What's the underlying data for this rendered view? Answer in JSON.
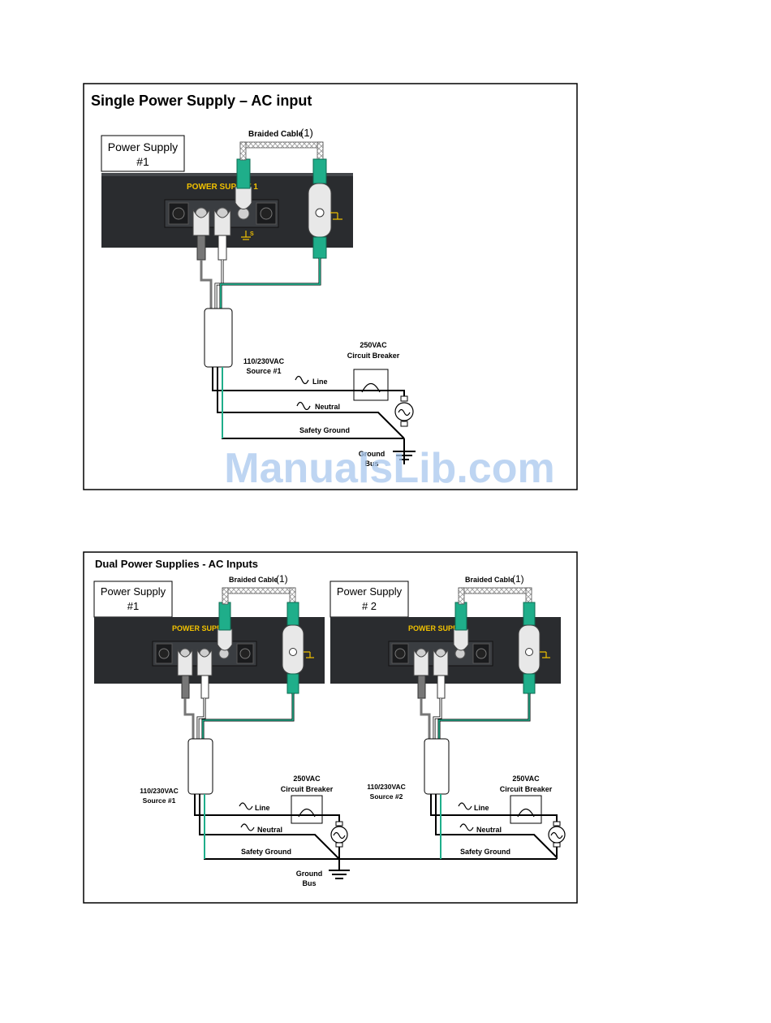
{
  "colors": {
    "panel": "#2a2c2f",
    "ground_wire": "#1fae8a",
    "line_wire": "#111111",
    "neutral_wire": "#ffffff",
    "label_yellow": "#f2c200",
    "watermark": "#a9c8ee"
  },
  "icons": [
    "ground-symbol-icon",
    "ac-source-icon",
    "sine-wave-icon",
    "circuit-breaker-icon",
    "chassis-ground-icon"
  ],
  "diagram1": {
    "title": "Single Power Supply – AC input",
    "ps_box_line1": "Power Supply",
    "ps_box_line2": "#1",
    "panel_label": "POWER SUPPLY 1",
    "braided": "Braided Cable",
    "braided_num": "(1)",
    "source_line1": "110/230VAC",
    "source_line2": "Source #1",
    "breaker_line1": "250VAC",
    "breaker_line2": "Circuit Breaker",
    "line": "Line",
    "neutral": "Neutral",
    "safety_ground": "Safety Ground",
    "ground_line1": "Ground",
    "ground_line2": "Bus"
  },
  "watermark": "ManualsLib.com",
  "diagram2": {
    "title": "Dual Power Supplies - AC Inputs",
    "ground_line1": "Ground",
    "ground_line2": "Bus",
    "ps1": {
      "box_line1": "Power Supply",
      "box_line2": "#1",
      "panel_label": "POWER SUPPLY",
      "braided": "Braided Cable",
      "braided_num": "(1)",
      "source_line1": "110/230VAC",
      "source_line2": "Source #1",
      "breaker_line1": "250VAC",
      "breaker_line2": "Circuit Breaker",
      "line": "Line",
      "neutral": "Neutral",
      "safety_ground": "Safety Ground"
    },
    "ps2": {
      "box_line1": "Power Supply",
      "box_line2": "# 2",
      "panel_label": "POWER SUPPLY",
      "braided": "Braided Cable",
      "braided_num": "(1)",
      "source_line1": "110/230VAC",
      "source_line2": "Source #2",
      "breaker_line1": "250VAC",
      "breaker_line2": "Circuit Breaker",
      "line": "Line",
      "neutral": "Neutral",
      "safety_ground": "Safety Ground"
    }
  }
}
